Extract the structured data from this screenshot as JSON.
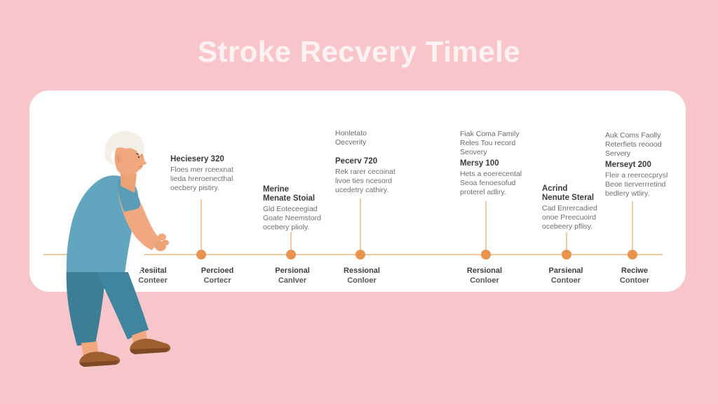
{
  "title": "Stroke Recvery Timele",
  "colors": {
    "background": "#F8C6CA",
    "card": "#FFFFFF",
    "timeline_line": "#EFC9A4",
    "timeline_dot": "#E9944E",
    "title_text": "#FDF2F3",
    "heading_text": "#3A3A3A",
    "body_text": "#6F6F6F"
  },
  "illustration": {
    "name": "elderly-person-walking"
  },
  "timeline": {
    "milestones": [
      {
        "title_lines": [
          "Heciesery 320"
        ],
        "body_lines": [
          "Floes mer rceexnat",
          "lieda hreroenecthal",
          "oecbery pistiry."
        ]
      },
      {
        "title_lines": [
          "Merine",
          "Menate Stoial"
        ],
        "body_lines": [
          "Gld Eoteceegiad",
          "Goate Neemstord",
          "ocebery plioly."
        ]
      },
      {
        "eyebrow_lines": [
          "Honletato",
          "Oecverity"
        ],
        "title_lines": [
          "Pecerv 720"
        ],
        "body_lines": [
          "Rek rarer cecoinat",
          "livoe ties ncesord",
          "ucedetry cathiry."
        ]
      },
      {
        "eyebrow_lines": [
          "Fiak Coma Family",
          "Reles Tou record",
          "Seovery"
        ],
        "title_lines": [
          "Mersy 100"
        ],
        "body_lines": [
          "Hets a eoerecental",
          "Seoa fenoesofud",
          "proterel adliry."
        ]
      },
      {
        "title_lines": [
          "Acrind",
          "Nenute Steral"
        ],
        "body_lines": [
          "Cad Enrercadied",
          "onoe Preecuoird",
          "ocebeery pflisy."
        ]
      },
      {
        "eyebrow_lines": [
          "Auk Coms Faolly",
          "Reterfiets reoood",
          "Servery"
        ],
        "title_lines": [
          "Merseyt 200"
        ],
        "body_lines": [
          "Fleir a reercecprysl",
          "Beoe tierverrretind",
          "bedlery wtliry."
        ]
      }
    ],
    "axis_labels": [
      {
        "line1": "Resiital",
        "line2": "Conteer"
      },
      {
        "line1": "Percioed",
        "line2": "Cortecr"
      },
      {
        "line1": "Persional",
        "line2": "Canlver"
      },
      {
        "line1": "Ressional",
        "line2": "Conloer"
      },
      {
        "line1": "Rersional",
        "line2": "Conloer"
      },
      {
        "line1": "Parsienal",
        "line2": "Contoer"
      },
      {
        "line1": "Reciwe",
        "line2": "Contoer"
      }
    ]
  }
}
